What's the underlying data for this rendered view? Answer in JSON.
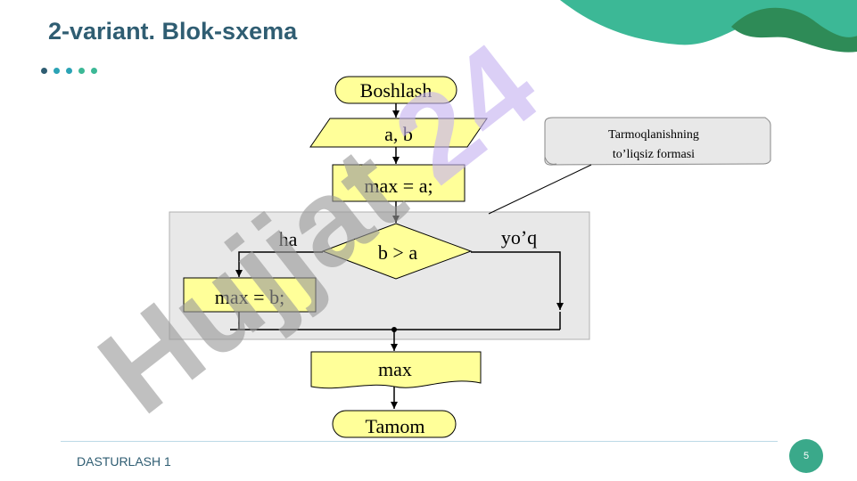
{
  "slide": {
    "title": "2-variant. Blok-sxema",
    "footer": "DASTURLASH 1",
    "page_number": "5"
  },
  "colors": {
    "accent_teal": "#3cb896",
    "accent_green": "#2e8b57",
    "title_color": "#2f5d72",
    "flow_fill": "#ffff99",
    "watermark": "#c9b8f0",
    "dot_colors": [
      "#2f5d72",
      "#2ba3b5",
      "#2ba3b5",
      "#3cb896",
      "#3cb896"
    ]
  },
  "flowchart": {
    "start": "Boshlash",
    "input": "a, b",
    "assign1": "max = a;",
    "condition": "b > a",
    "yes_label": "ha",
    "no_label": "yo’q",
    "assign2": "max = b;",
    "output": "max",
    "end": "Tamom",
    "callout_line1": "Tarmoqlanishning",
    "callout_line2": "to’liqsiz formasi"
  },
  "watermark_text": "Hujjat24"
}
